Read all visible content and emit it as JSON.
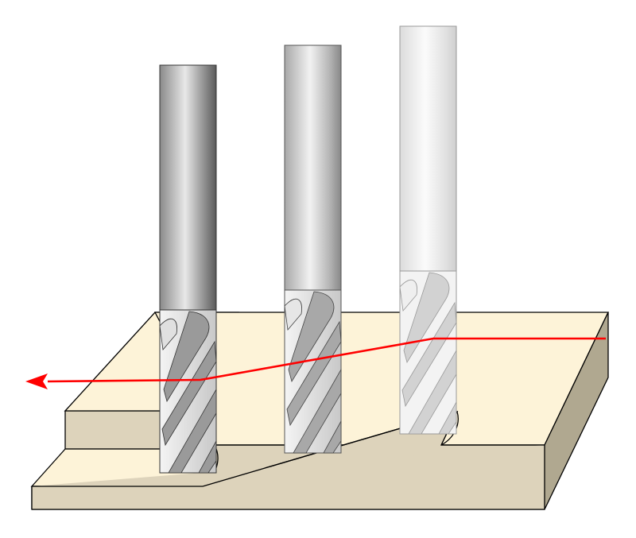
{
  "diagram": {
    "kind": "end-mill-ramping-illustration",
    "colors": {
      "workpiece_top": "#fdf3d8",
      "workpiece_side": "#ddd3bb",
      "workpiece_edge": "#b0a890",
      "outline": "#000000",
      "path": "#ff0000"
    },
    "tools": [
      {
        "name": "end-mill-1",
        "shade": "dark"
      },
      {
        "name": "end-mill-2",
        "shade": "medium"
      },
      {
        "name": "end-mill-3",
        "shade": "light"
      }
    ],
    "icons": [
      "red-arrow-icon"
    ]
  }
}
